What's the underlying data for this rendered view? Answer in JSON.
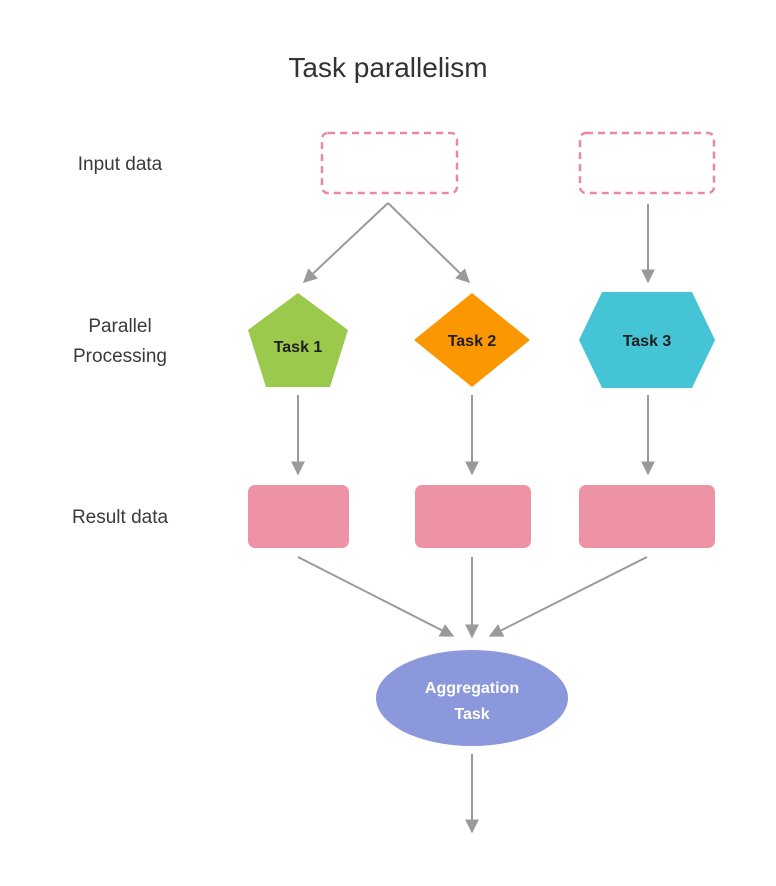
{
  "title": "Task parallelism",
  "row_labels": {
    "input": "Input data",
    "processing_line1": "Parallel",
    "processing_line2": "Processing",
    "result": "Result data"
  },
  "tasks": [
    {
      "label": "Task 1",
      "shape": "pentagon",
      "color": "#9bc94b"
    },
    {
      "label": "Task 2",
      "shape": "diamond",
      "color": "#fb9700"
    },
    {
      "label": "Task 3",
      "shape": "hexagon",
      "color": "#45c4d5"
    }
  ],
  "aggregation": {
    "label_line1": "Aggregation",
    "label_line2": "Task",
    "color": "#8b98dc"
  },
  "colors": {
    "input_border": "#e88a9f",
    "result_fill": "#ee93a5",
    "edge": "#9a9a9a"
  }
}
